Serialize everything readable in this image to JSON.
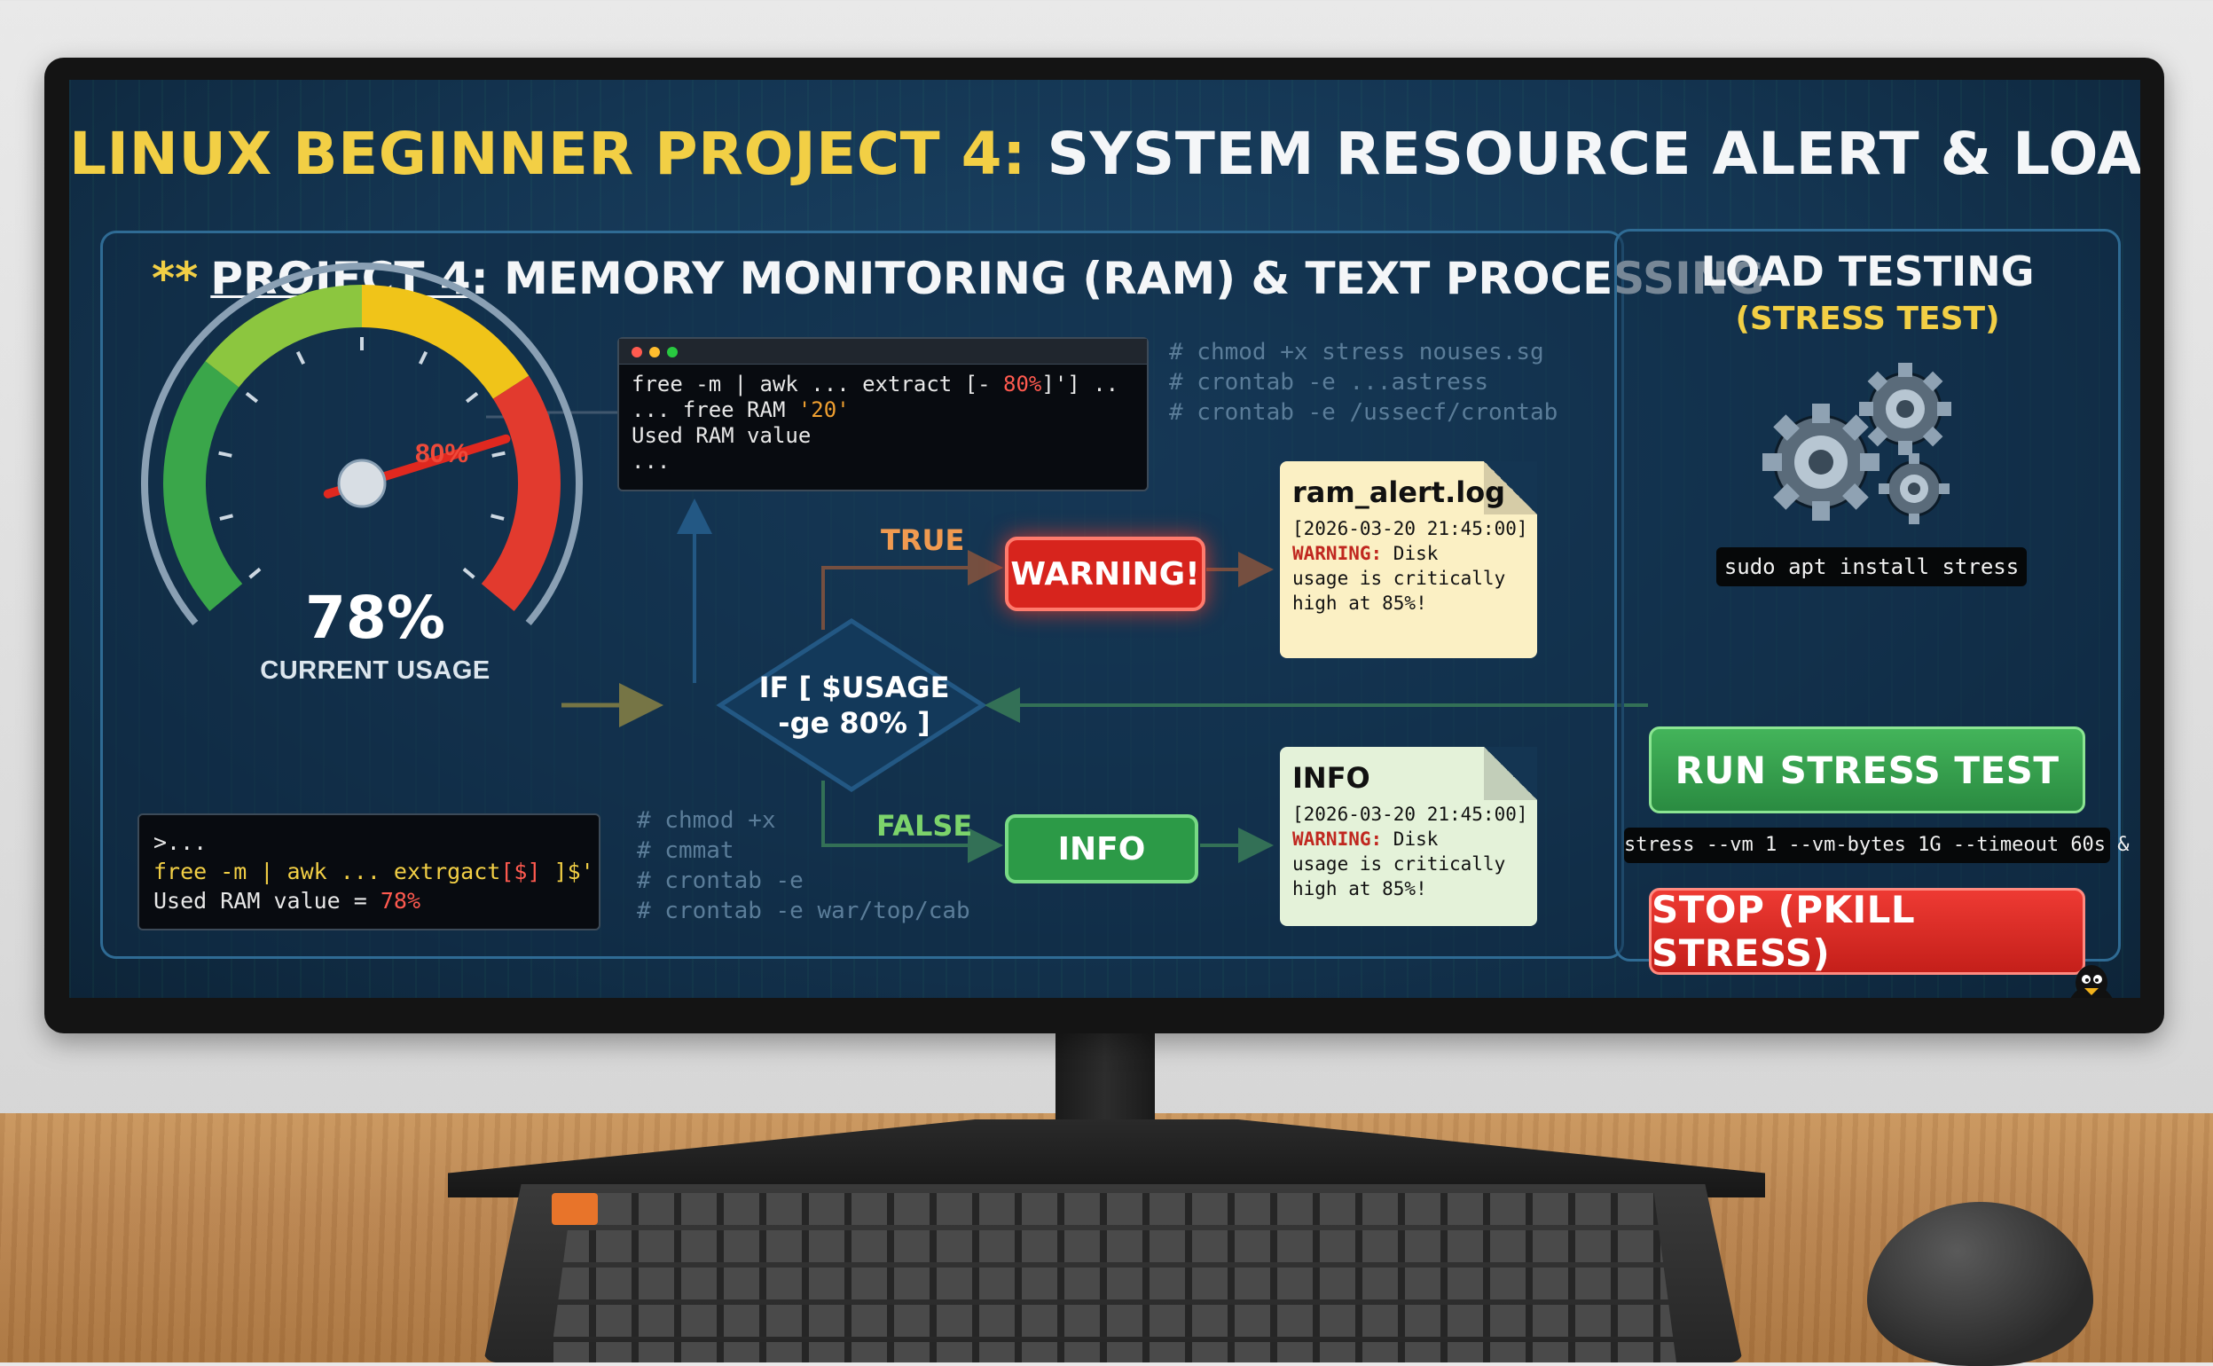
{
  "title": {
    "yellow": "LINUX BEGINNER PROJECT 4:",
    "white": "SYSTEM RESOURCE ALERT & LOAD TESTING"
  },
  "section": {
    "stars": "**",
    "project": "PROJECT 4",
    "rest": ": MEMORY MONITORING (RAM) & TEXT PROCESSING"
  },
  "gauge": {
    "value": "78%",
    "label": "CURRENT USAGE",
    "threshold_label": "80%",
    "level_percent": 78,
    "threshold_percent": 80
  },
  "terminal_top": {
    "line1_a": "free -m | awk ... extract [- ",
    "line1_b": "80%",
    "line1_c": "]'] ..",
    "line2_a": "... free RAM ",
    "line2_b": "'20'",
    "line3": "Used RAM value",
    "line4": "..."
  },
  "terminal_bottom": {
    "line1": ">...",
    "line2_a": "free -m | awk ... extrgact",
    "line2_b": "[$]",
    "line2_c": " ]$'",
    "line3_a": "Used RAM value = ",
    "line3_b": "78%"
  },
  "comments_top": [
    "# chmod +x stress nouses.sg",
    "# crontab -e ...astress",
    "# crontab -e /ussecf/crontab"
  ],
  "comments_bottom": [
    "# chmod +x",
    "# cmmat",
    "# crontab -e",
    "# crontab -e war/top/cab"
  ],
  "flow": {
    "condition_line1": "IF [ $USAGE",
    "condition_line2": "-ge 80% ]",
    "true_label": "TRUE",
    "false_label": "FALSE",
    "warning": "WARNING!",
    "info": "INFO"
  },
  "log_note": {
    "title": "ram_alert.log",
    "timestamp": "[2026-03-20 21:45:00]",
    "warn_word": "WARNING:",
    "line1_rest": " Disk",
    "line2": "usage is critically",
    "line3": "high at 85%!"
  },
  "info_note": {
    "title": "INFO",
    "timestamp": "[2026-03-20 21:45:00]",
    "warn_word": "WARNING:",
    "line1_rest": " Disk",
    "line2": "usage is critically",
    "line3": "high at 85%!"
  },
  "load_testing": {
    "title": "LOAD TESTING",
    "subtitle": "(STRESS TEST)",
    "install_cmd": "sudo apt install stress",
    "run_label": "RUN STRESS TEST",
    "stress_cmd": "stress --vm 1 --vm-bytes 1G --timeout 60s &",
    "stop_label": "STOP (PKILL STRESS)"
  },
  "colors": {
    "accent_yellow": "#f2cf45",
    "screen_bg": "#143552",
    "warn_red": "#d7241d",
    "ok_green": "#2c9a47",
    "flow_blue": "#3a8fd0"
  }
}
